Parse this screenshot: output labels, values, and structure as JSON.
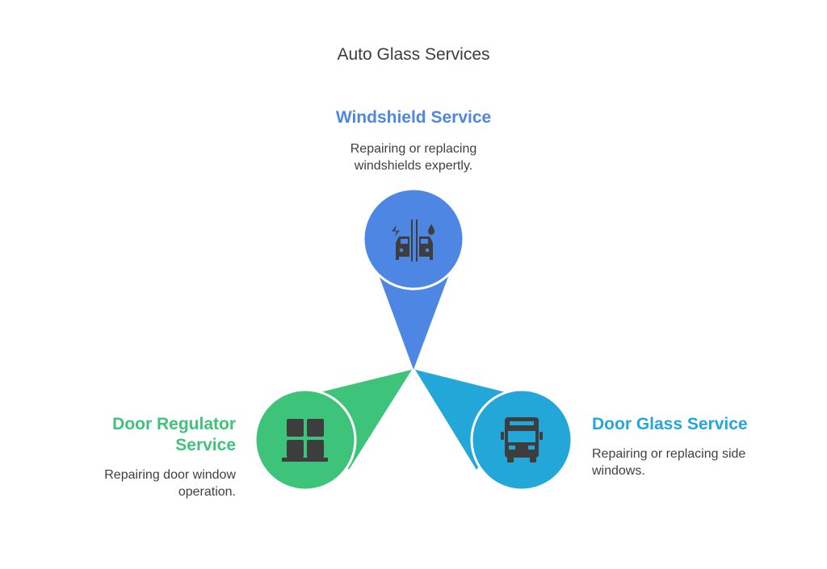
{
  "title": "Auto Glass Services",
  "colors": {
    "windshield": "#4e86e4",
    "door_glass": "#23a7d9",
    "door_regulator": "#3ec47a",
    "icon": "#3d3d3d",
    "text": "#3f3f3f"
  },
  "items": [
    {
      "heading": "Windshield Service",
      "description_lines": [
        "Repairing or replacing",
        "windshields expertly."
      ],
      "icon": "car-crash-icon"
    },
    {
      "heading": "Door Glass Service",
      "description_lines": [
        "Repairing or replacing side",
        "windows."
      ],
      "icon": "truck-front-icon"
    },
    {
      "heading_lines": [
        "Door Regulator",
        "Service"
      ],
      "description_lines": [
        "Repairing door window",
        "operation."
      ],
      "icon": "window-icon"
    }
  ]
}
